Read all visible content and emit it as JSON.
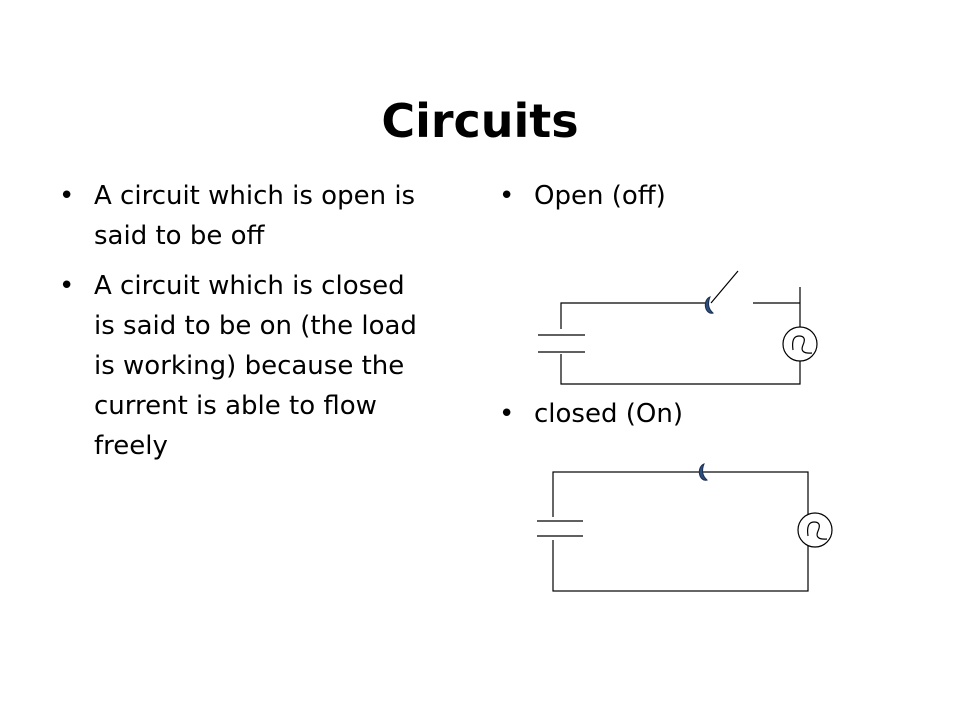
{
  "slide": {
    "title": "Circuits",
    "left_bullets": [
      "A circuit which is open is said to be off",
      "A circuit which is closed is said to be on (the load is working) because the current is able to flow freely"
    ],
    "right_bullets": [
      "Open (off)",
      "closed (On)"
    ],
    "bullet_glyph": "•"
  },
  "diagrams": {
    "wire_color": "#000000",
    "switch_contact_color": "#2e4e7e",
    "open_circuit": {
      "switch_state": "open",
      "icons": [
        "battery-icon",
        "switch-icon",
        "bulb-icon"
      ]
    },
    "closed_circuit": {
      "switch_state": "closed",
      "icons": [
        "battery-icon",
        "switch-icon",
        "bulb-icon"
      ]
    }
  }
}
